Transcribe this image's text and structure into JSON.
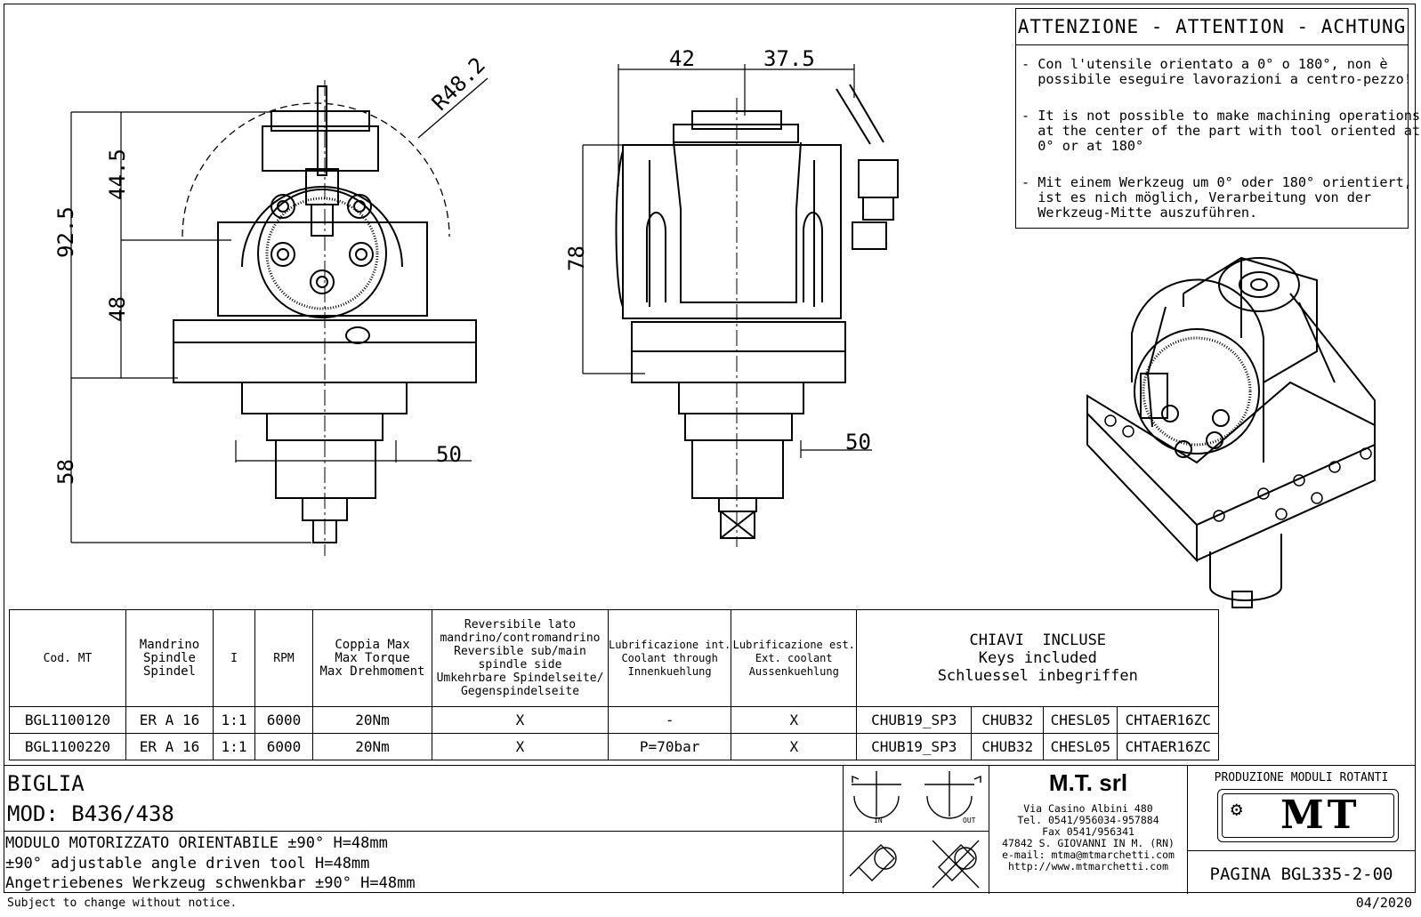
{
  "drawing": {
    "dimensions": {
      "front_r": "R48.2",
      "front_top": "44.5",
      "front_total": "92.5",
      "front_mid": "48",
      "front_bottom": "58",
      "front_offset": "50",
      "side_left": "42",
      "side_right": "37.5",
      "side_height": "78",
      "side_offset": "50"
    }
  },
  "attention": {
    "title": "ATTENZIONE - ATTENTION - ACHTUNG",
    "it": "- Con l'utensile orientato a 0° o 180°, non è\n  possibile eseguire lavorazioni a centro-pezzo!",
    "en": "- It is not possible to make machining operations\n  at the center of the part with tool oriented at\n  0° or at 180°",
    "de": "- Mit einem Werkzeug um 0° oder 180° orientiert,\n  ist es nich möglich, Verarbeitung von der\n  Werkzeug-Mitte auszuführen."
  },
  "table": {
    "headers": {
      "code": "Cod. MT",
      "spindle": "Mandrino\nSpindle\nSpindel",
      "ratio": "I",
      "rpm": "RPM",
      "torque": "Coppia Max\nMax Torque\nMax Drehmoment",
      "reversible": "Reversibile lato\nmandrino/contromandrino\nReversible sub/main\nspindle side\nUmkehrbare Spindelseite/\nGegenspindelseite",
      "lub_int": "Lubrificazione int.\nCoolant through\nInnenkuehlung",
      "lub_ext": "Lubrificazione est.\nExt. coolant\nAussenkuehlung",
      "keys": "CHIAVI  INCLUSE\nKeys included\nSchluessel inbegriffen"
    },
    "rows": [
      {
        "code": "BGL1100120",
        "spindle": "ER A 16",
        "ratio": "1:1",
        "rpm": "6000",
        "torque": "20Nm",
        "reversible": "X",
        "lub_int": "-",
        "lub_ext": "X",
        "k1": "CHUB19_SP3",
        "k2": "CHUB32",
        "k3": "CHESL05",
        "k4": "CHTAER16ZC"
      },
      {
        "code": "BGL1100220",
        "spindle": "ER A 16",
        "ratio": "1:1",
        "rpm": "6000",
        "torque": "20Nm",
        "reversible": "X",
        "lub_int": "P=70bar",
        "lub_ext": "X",
        "k1": "CHUB19_SP3",
        "k2": "CHUB32",
        "k3": "CHESL05",
        "k4": "CHTAER16ZC"
      }
    ]
  },
  "title_block": {
    "brand": "BIGLIA",
    "model": "MOD: B436/438",
    "desc_it": "MODULO MOTORIZZATO ORIENTABILE ±90° H=48mm",
    "desc_en": "±90° adjustable angle driven tool H=48mm",
    "desc_de": "Angetriebenes Werkzeug schwenkbar ±90° H=48mm",
    "in_label": "IN",
    "out_label": "OUT",
    "company": "M.T. srl",
    "address": "Via Casino Albini 480\nTel. 0541/956034-957884\nFax 0541/956341\n47842 S. GIOVANNI IN M. (RN)\ne-mail: mtma@mtmarchetti.com\nhttp://www.mtmarchetti.com",
    "production": "PRODUZIONE MODULI ROTANTI",
    "logo_text": "MT",
    "page": "PAGINA BGL335-2-00"
  },
  "footer": {
    "notice": "Subject to change without notice.",
    "date": "04/2020"
  }
}
